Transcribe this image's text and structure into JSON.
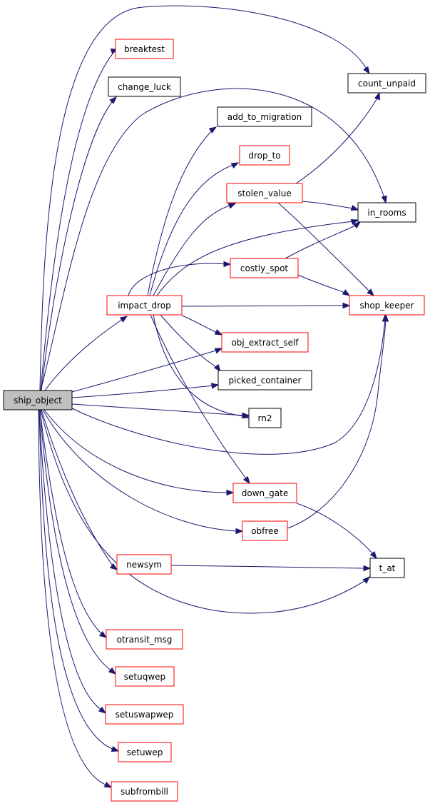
{
  "root": "ship_object",
  "colors": {
    "edge": "#191970",
    "linked_border": "#ff0000",
    "plain_border": "#000000",
    "root_fill": "#bfbfbf"
  },
  "nodes": {
    "ship_object": "ship_object",
    "breaktest": "breaktest",
    "change_luck": "change_luck",
    "count_unpaid": "count_unpaid",
    "add_to_migration": "add_to_migration",
    "drop_to": "drop_to",
    "stolen_value": "stolen_value",
    "in_rooms": "in_rooms",
    "costly_spot": "costly_spot",
    "impact_drop": "impact_drop",
    "shop_keeper": "shop_keeper",
    "obj_extract_self": "obj_extract_self",
    "picked_container": "picked_container",
    "rn2": "rn2",
    "down_gate": "down_gate",
    "obfree": "obfree",
    "newsym": "newsym",
    "t_at": "t_at",
    "otransit_msg": "otransit_msg",
    "setuqwep": "setuqwep",
    "setuswapwep": "setuswapwep",
    "setuwep": "setuwep",
    "subfrombill": "subfrombill"
  },
  "edges": [
    [
      "ship_object",
      "breaktest"
    ],
    [
      "ship_object",
      "change_luck"
    ],
    [
      "ship_object",
      "count_unpaid"
    ],
    [
      "ship_object",
      "in_rooms"
    ],
    [
      "ship_object",
      "impact_drop"
    ],
    [
      "ship_object",
      "obj_extract_self"
    ],
    [
      "ship_object",
      "picked_container"
    ],
    [
      "ship_object",
      "rn2"
    ],
    [
      "ship_object",
      "shop_keeper"
    ],
    [
      "ship_object",
      "down_gate"
    ],
    [
      "ship_object",
      "obfree"
    ],
    [
      "ship_object",
      "newsym"
    ],
    [
      "ship_object",
      "t_at"
    ],
    [
      "ship_object",
      "otransit_msg"
    ],
    [
      "ship_object",
      "setuqwep"
    ],
    [
      "ship_object",
      "setuswapwep"
    ],
    [
      "ship_object",
      "setuwep"
    ],
    [
      "ship_object",
      "subfrombill"
    ],
    [
      "impact_drop",
      "add_to_migration"
    ],
    [
      "impact_drop",
      "drop_to"
    ],
    [
      "impact_drop",
      "stolen_value"
    ],
    [
      "impact_drop",
      "in_rooms"
    ],
    [
      "impact_drop",
      "costly_spot"
    ],
    [
      "impact_drop",
      "shop_keeper"
    ],
    [
      "impact_drop",
      "obj_extract_self"
    ],
    [
      "impact_drop",
      "picked_container"
    ],
    [
      "impact_drop",
      "rn2"
    ],
    [
      "impact_drop",
      "down_gate"
    ],
    [
      "stolen_value",
      "count_unpaid"
    ],
    [
      "stolen_value",
      "in_rooms"
    ],
    [
      "stolen_value",
      "shop_keeper"
    ],
    [
      "costly_spot",
      "in_rooms"
    ],
    [
      "costly_spot",
      "shop_keeper"
    ],
    [
      "down_gate",
      "t_at"
    ],
    [
      "obfree",
      "shop_keeper"
    ],
    [
      "newsym",
      "t_at"
    ]
  ]
}
